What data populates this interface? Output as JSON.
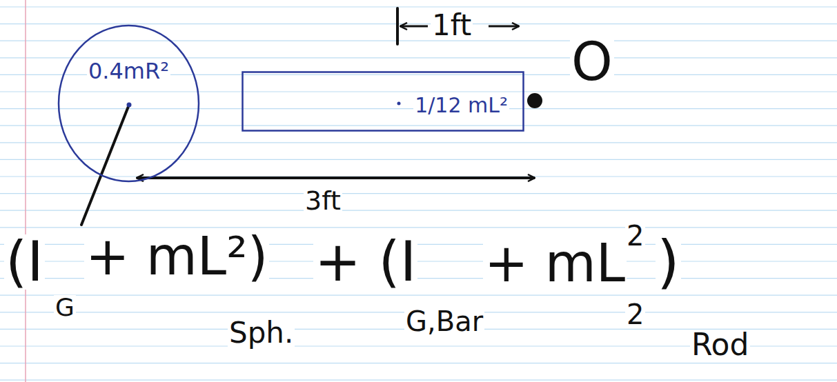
{
  "diagram": {
    "nodes": [
      {
        "text": [
          "0.4mR²"
        ]
      },
      {
        "text": [
          "1/12 mL²"
        ]
      }
    ],
    "labels": [
      "1ft",
      "O",
      "3ft",
      "(I",
      "G",
      "+ mL²)",
      "Sph.",
      "+ (I",
      "G,Bar",
      "+ mL",
      "2",
      "2",
      ")",
      "Rod"
    ]
  }
}
